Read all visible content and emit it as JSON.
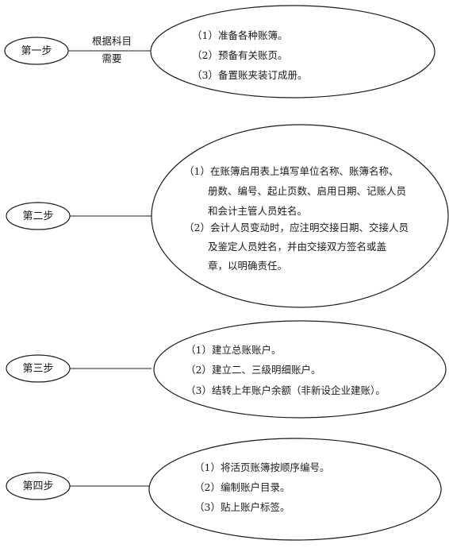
{
  "steps": [
    {
      "label": "第一步",
      "note_line1": "根据科目",
      "note_line2": "需要",
      "items": [
        "（1）准备各种账簿。",
        "（2）预备有关账页。",
        "（3）备置账夹装订成册。"
      ]
    },
    {
      "label": "第二步",
      "items": [
        "（1）在账簿启用表上填写单位名称、账簿名称、",
        "册数、编号、起止页数、启用日期、记账人员",
        "和会计主管人员姓名。",
        "（2）会计人员变动时，应注明交接日期、交接人员",
        "及鉴定人员姓名，并由交接双方签名或盖",
        "章，以明确责任。"
      ]
    },
    {
      "label": "第三步",
      "items": [
        "（1）建立总账账户。",
        "（2）建立二、三级明细账户。",
        "（3）结转上年账户余额（非新设企业建账）。"
      ]
    },
    {
      "label": "第四步",
      "items": [
        "（1）将活页账簿按顺序编号。",
        "（2）编制账户目录。",
        "（3）贴上账户标签。"
      ]
    }
  ]
}
